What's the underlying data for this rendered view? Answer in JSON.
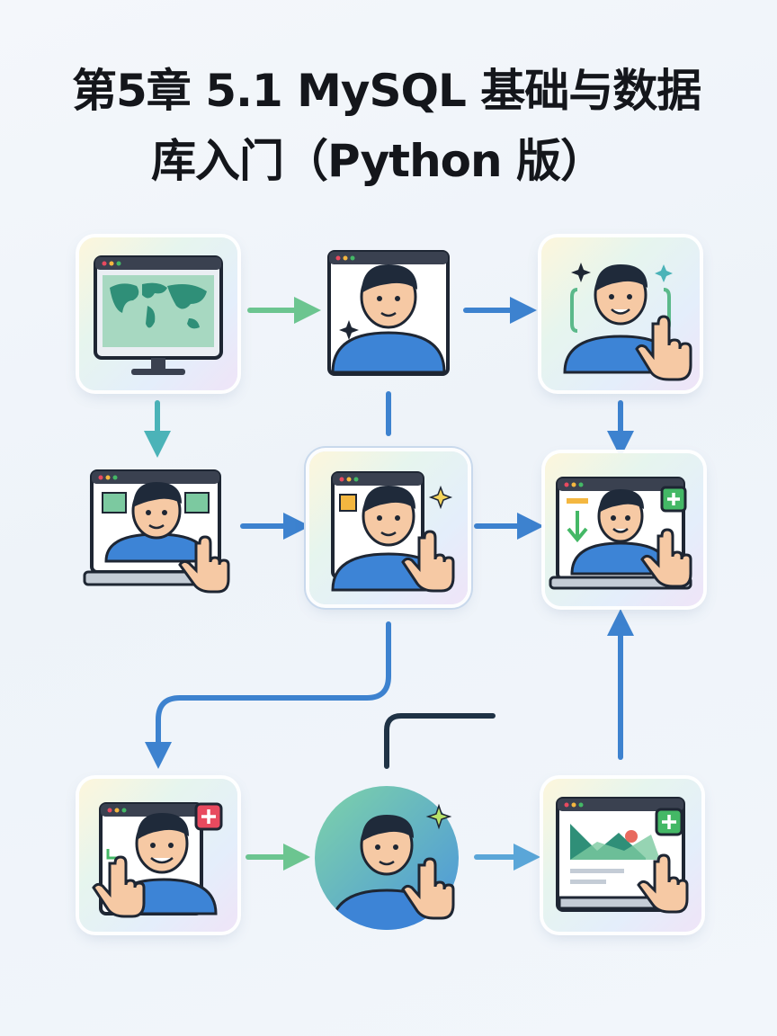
{
  "title": {
    "line1": "第5章 5.1 MySQL 基础与数据",
    "line2": "库入门（Python 版）"
  },
  "nodes": [
    {
      "id": "world-map-monitor",
      "icon": "world-map-monitor-icon"
    },
    {
      "id": "person-in-window",
      "icon": "person-window-icon"
    },
    {
      "id": "person-pointing-sparkles",
      "icon": "person-sparkle-icon"
    },
    {
      "id": "laptop-person-tap",
      "icon": "laptop-person-icon"
    },
    {
      "id": "hub-person-window",
      "icon": "hub-person-icon"
    },
    {
      "id": "download-add-screen",
      "icon": "download-screen-icon"
    },
    {
      "id": "person-add-badge",
      "icon": "person-add-icon"
    },
    {
      "id": "person-circle-sparkle",
      "icon": "person-circle-icon"
    },
    {
      "id": "chart-add-screen",
      "icon": "chart-screen-icon"
    }
  ],
  "colors": {
    "green_arrow": "#63c08c",
    "blue_arrow": "#3d82cf",
    "teal_arrow": "#4bb3b8",
    "shirt_blue": "#3d84d6",
    "hair": "#1f2a3a",
    "skin": "#f6c9a4",
    "outline": "#1e2633",
    "badge_red": "#e84a5f",
    "badge_green": "#44b866"
  }
}
